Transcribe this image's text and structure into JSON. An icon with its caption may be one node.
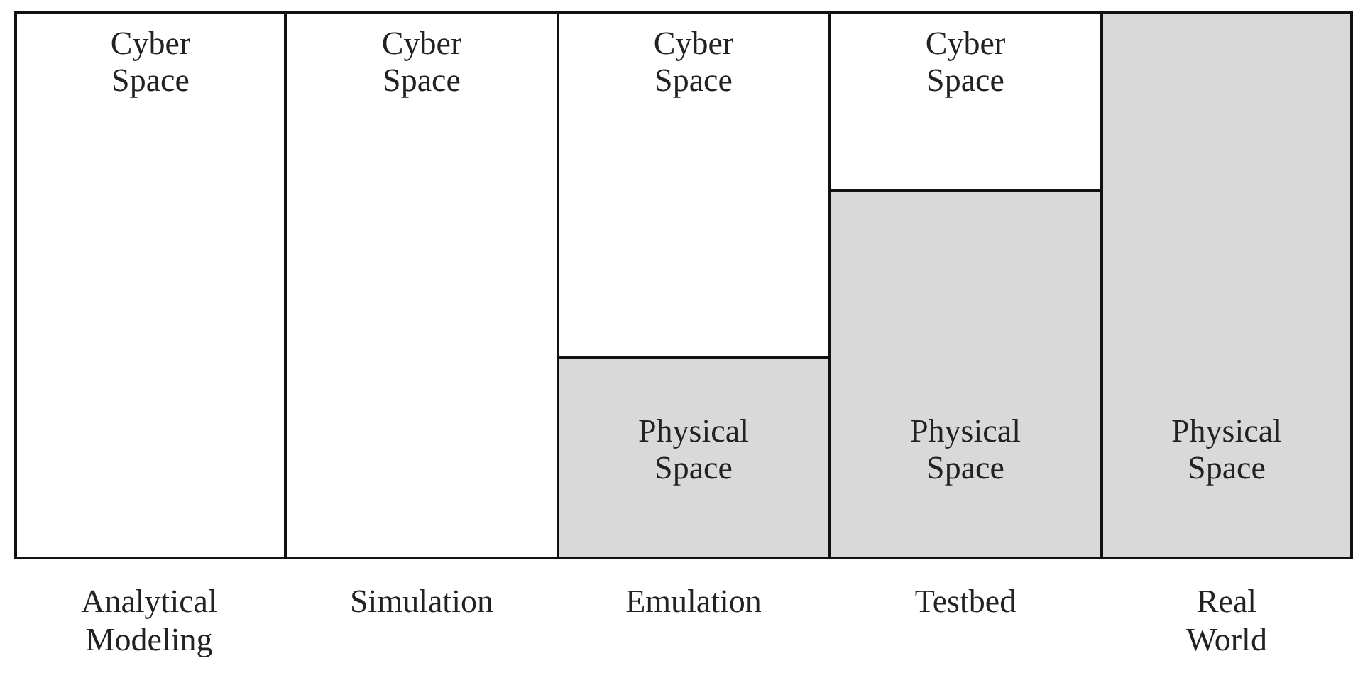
{
  "diagram": {
    "nodes": [
      {
        "text": [
          "Cyber Space"
        ]
      },
      {
        "text": [
          "Cyber Space"
        ]
      },
      {
        "text": [
          "Cyber Space"
        ]
      },
      {
        "text": [
          "Cyber Space"
        ]
      },
      {
        "text": [
          "Physical Space"
        ]
      },
      {
        "text": [
          "Physical Space"
        ]
      },
      {
        "text": [
          "Physical Space"
        ]
      }
    ],
    "edges": [],
    "labels": [
      "Analytical Modeling",
      "Simulation",
      "Emulation",
      "Testbed",
      "Real World"
    ]
  }
}
